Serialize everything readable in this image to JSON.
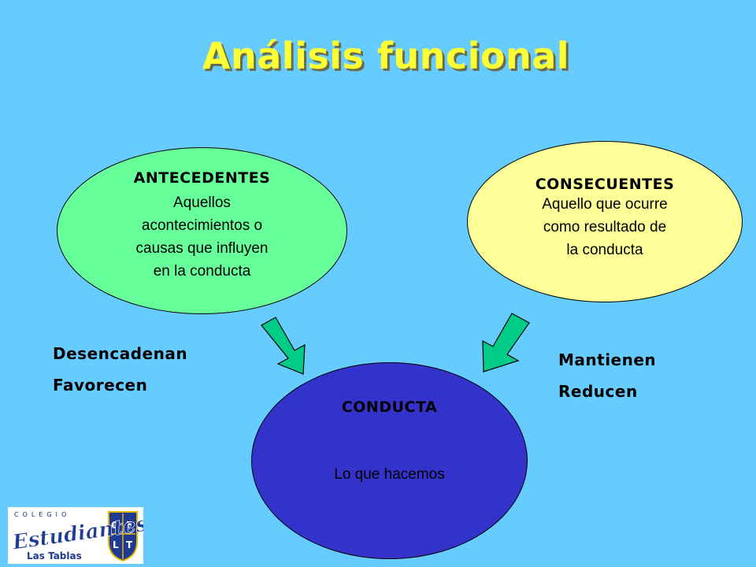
{
  "title": "Análisis funcional",
  "antecedentes": {
    "title": "ANTECEDENTES",
    "description": "Aquellos acontecimientos o causas que influyen en la conducta"
  },
  "consecuentes": {
    "title": "CONSECUENTES",
    "description": "Aquello que ocurre como resultado de la conducta"
  },
  "conducta": {
    "title": "CONDUCTA",
    "description": "Lo que hacemos"
  },
  "left_labels": [
    "Desencadenan",
    "Favorecen"
  ],
  "right_labels": [
    "Mantienen",
    "Reducen"
  ],
  "logo": {
    "top_text": "COLEGIO",
    "script_text": "Estudiantes",
    "bottom_text": "Las Tablas",
    "shield_text": "CE LT"
  },
  "colors": {
    "background": "#66ccff",
    "title": "#ffff33",
    "antecedentes_fill": "#66ff99",
    "consecuentes_fill": "#ffff99",
    "conducta_fill": "#3333cc",
    "arrow_fill": "#00cc88"
  }
}
